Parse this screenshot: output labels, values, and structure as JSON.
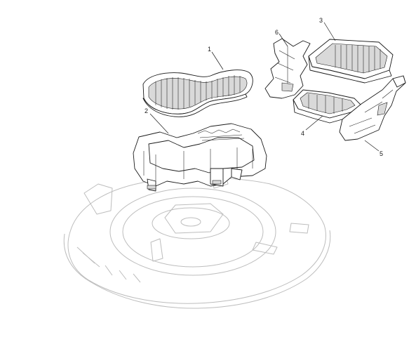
{
  "callouts": [
    {
      "id": "1",
      "label": "1"
    },
    {
      "id": "2",
      "label": "2"
    },
    {
      "id": "3",
      "label": "3"
    },
    {
      "id": "4",
      "label": "4"
    },
    {
      "id": "5",
      "label": "5"
    },
    {
      "id": "6",
      "label": "6"
    }
  ],
  "colors": {
    "line": "#1a1a1a",
    "ghost": "#bdbdbd",
    "shade": "#d9d9d9",
    "background": "#ffffff"
  }
}
